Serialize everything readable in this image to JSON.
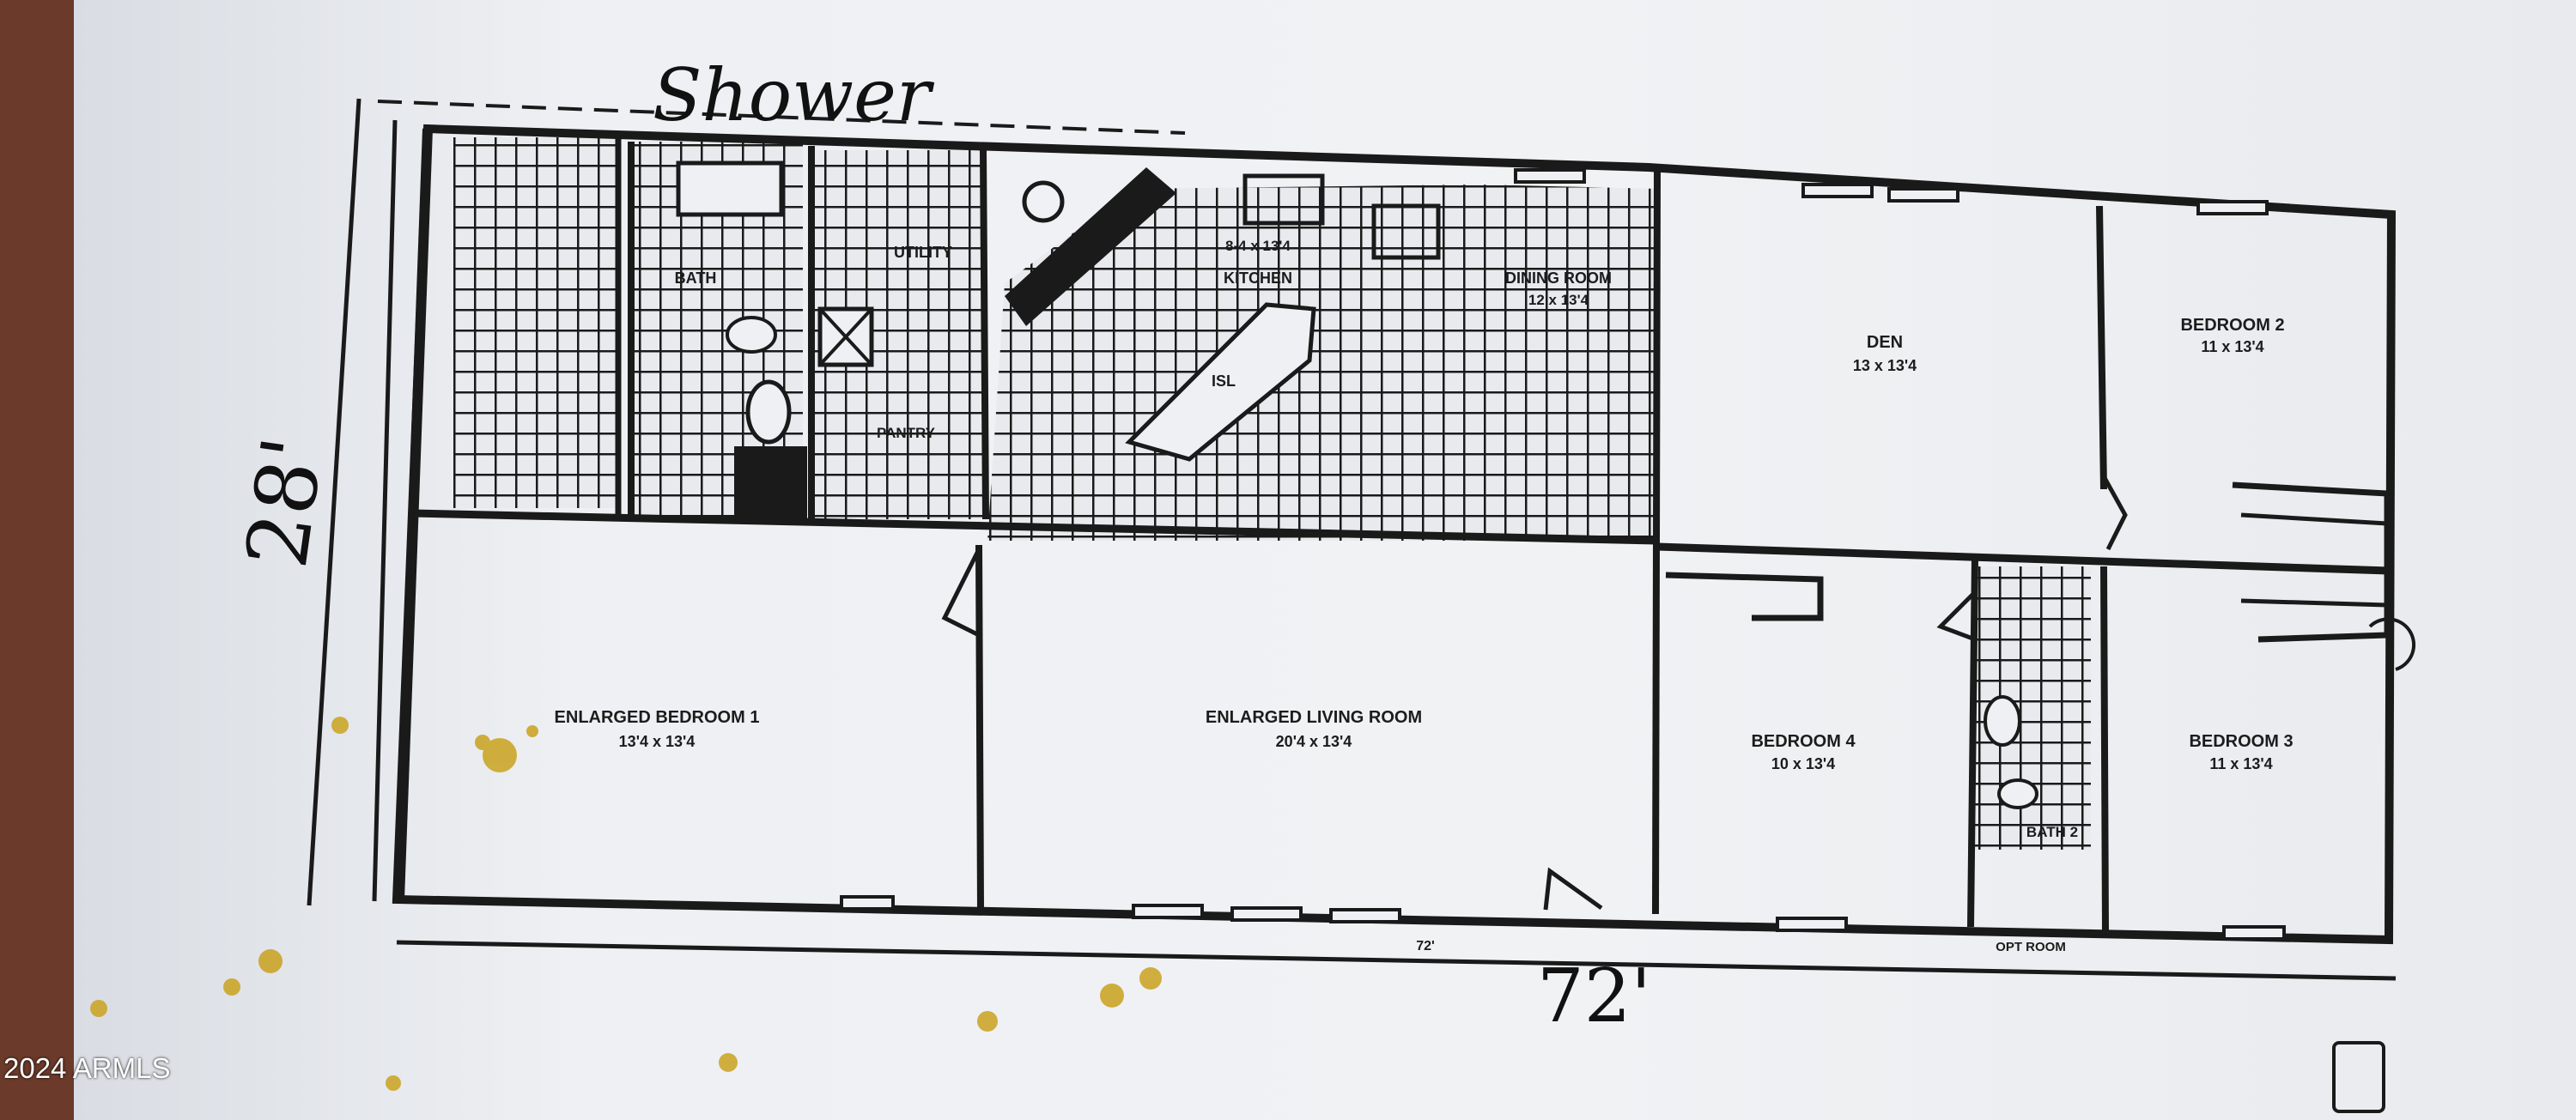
{
  "annotations": {
    "top_note": "Shower",
    "depth": "28'",
    "width": "72'"
  },
  "rooms": [
    {
      "id": "enlarged-bedroom-1",
      "name": "ENLARGED BEDROOM 1",
      "size": "13'4 x 13'4"
    },
    {
      "id": "enlarged-living-room",
      "name": "ENLARGED LIVING ROOM",
      "size": "20'4 x 13'4"
    },
    {
      "id": "bedroom-4",
      "name": "BEDROOM 4",
      "size": "10 x 13'4"
    },
    {
      "id": "bedroom-3",
      "name": "BEDROOM 3",
      "size": "11 x 13'4"
    },
    {
      "id": "bedroom-2",
      "name": "BEDROOM 2",
      "size": "11 x 13'4"
    },
    {
      "id": "den",
      "name": "DEN",
      "size": "13 x 13'4"
    },
    {
      "id": "dining-room",
      "name": "DINING ROOM",
      "size": "12 x 13'4"
    },
    {
      "id": "kitchen",
      "name": "KITCHEN",
      "size": "8-4 x 13'4"
    },
    {
      "id": "utility",
      "name": "UTILITY",
      "size": ""
    },
    {
      "id": "bath",
      "name": "BATH",
      "size": ""
    },
    {
      "id": "pantry",
      "name": "PANTRY",
      "size": ""
    },
    {
      "id": "bath-2",
      "name": "BATH 2",
      "size": ""
    },
    {
      "id": "isl",
      "name": "ISL",
      "size": ""
    }
  ],
  "small_notes": {
    "bottom_mid": "72'",
    "bottom_right": "OPT ROOM"
  },
  "watermark": "2024 ARMLS",
  "colors": {
    "ink": "#1a1a1a",
    "paper": "#eef0f3",
    "background": "#6b3a2a",
    "stain": "#c9a21e"
  }
}
